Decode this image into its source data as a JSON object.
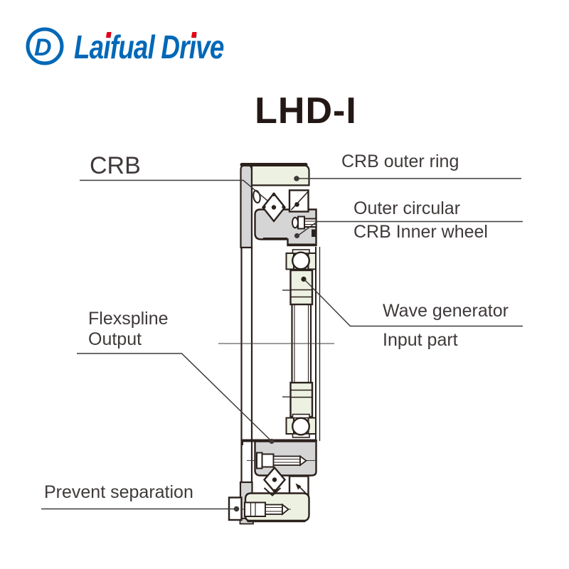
{
  "colors": {
    "brand_blue": "#0068b7",
    "accent_red": "#e60012",
    "ink": "#2b211c",
    "line_soft": "#3f3a39",
    "green": "#edf1e2",
    "gray": "#d5d5d6",
    "text": "#3f3a39",
    "title": "#231815"
  },
  "logo": {
    "brand": "Laifual Drive",
    "mark_letter": "D",
    "brand_parts": [
      "La",
      "i",
      "fual Dr",
      "i",
      "ve"
    ]
  },
  "title": "LHD-I",
  "diagram": {
    "labels": {
      "crb": "CRB",
      "crb_outer_ring": "CRB outer ring",
      "outer_circular": "Outer circular",
      "crb_inner_wheel": "CRB Inner wheel",
      "wave_generator": "Wave generator",
      "input_part": "Input part",
      "flexspline": "Flexspline",
      "output": "Output",
      "prevent_separation": "Prevent separation"
    }
  }
}
